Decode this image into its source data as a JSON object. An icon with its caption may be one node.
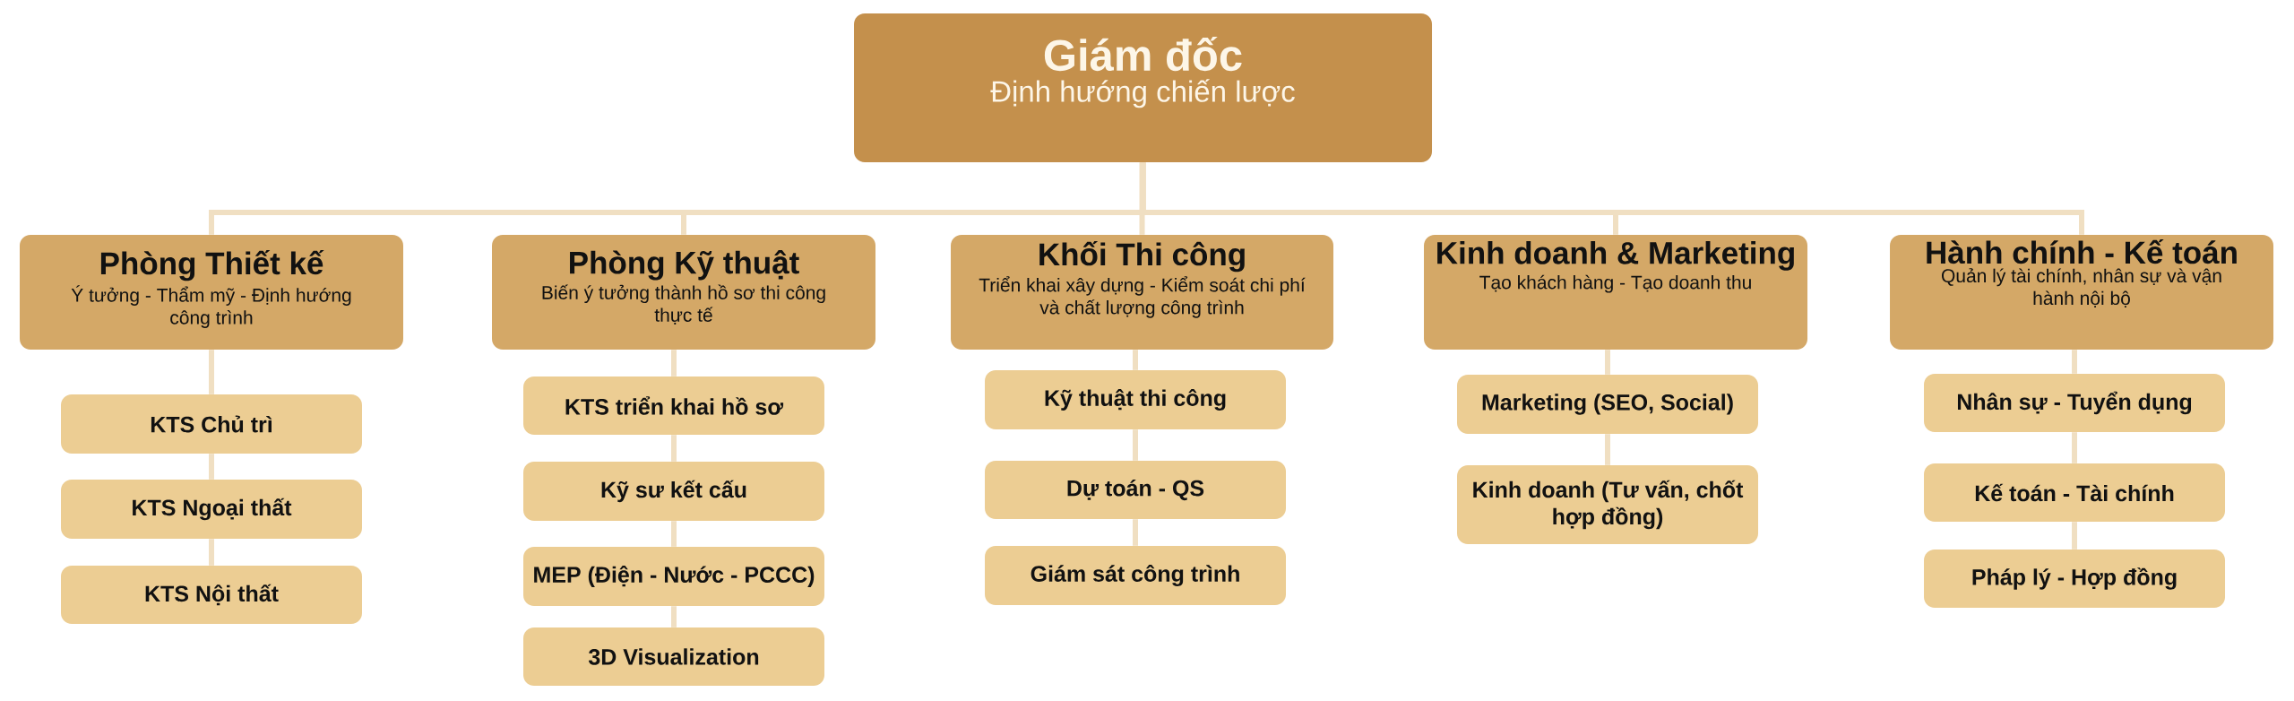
{
  "diagram": {
    "nodes": [
      {
        "text": [
          "Giám đốc",
          "Định hướng chiến lược"
        ]
      },
      {
        "text": [
          "Phòng Thiết kế",
          "Ý tưởng - Thẩm mỹ - Định hướng công trình"
        ]
      },
      {
        "text": [
          "KTS Chủ trì"
        ]
      },
      {
        "text": [
          "KTS Ngoại thất"
        ]
      },
      {
        "text": [
          "KTS Nội thất"
        ]
      },
      {
        "text": [
          "Phòng Kỹ thuật",
          "Biến ý tưởng thành hồ sơ thi công thực tế"
        ]
      },
      {
        "text": [
          "KTS triển khai hồ sơ"
        ]
      },
      {
        "text": [
          "Kỹ sư kết cấu"
        ]
      },
      {
        "text": [
          "MEP (Điện - Nước - PCCC)"
        ]
      },
      {
        "text": [
          "3D Visualization"
        ]
      },
      {
        "text": [
          "Khối Thi công",
          "Triển khai xây dựng - Kiểm soát chi phí và chất lượng công trình"
        ]
      },
      {
        "text": [
          "Kỹ thuật thi công"
        ]
      },
      {
        "text": [
          "Dự toán - QS"
        ]
      },
      {
        "text": [
          "Giám sát công trình"
        ]
      },
      {
        "text": [
          "Kinh doanh & Marketing",
          "Tạo khách hàng - Tạo doanh thu"
        ]
      },
      {
        "text": [
          "Marketing (SEO, Social)"
        ]
      },
      {
        "text": [
          "Kinh doanh (Tư vấn, chốt hợp đồng)"
        ]
      },
      {
        "text": [
          "Hành chính - Kế toán",
          "Quản lý tài chính, nhân sự và vận hành nội bộ"
        ]
      },
      {
        "text": [
          "Nhân sự - Tuyển dụng"
        ]
      },
      {
        "text": [
          "Kế toán - Tài chính"
        ]
      },
      {
        "text": [
          "Pháp lý - Hợp đồng"
        ]
      }
    ],
    "edges": [
      {
        "from": 0,
        "to": 1,
        "arrow": "none"
      },
      {
        "from": 0,
        "to": 5,
        "arrow": "none"
      },
      {
        "from": 0,
        "to": 10,
        "arrow": "none"
      },
      {
        "from": 0,
        "to": 14,
        "arrow": "none"
      },
      {
        "from": 0,
        "to": 17,
        "arrow": "none"
      },
      {
        "from": 1,
        "to": 2,
        "arrow": "none"
      },
      {
        "from": 2,
        "to": 3,
        "arrow": "none"
      },
      {
        "from": 3,
        "to": 4,
        "arrow": "none"
      },
      {
        "from": 5,
        "to": 6,
        "arrow": "none"
      },
      {
        "from": 6,
        "to": 7,
        "arrow": "none"
      },
      {
        "from": 7,
        "to": 8,
        "arrow": "none"
      },
      {
        "from": 8,
        "to": 9,
        "arrow": "none"
      },
      {
        "from": 10,
        "to": 11,
        "arrow": "none"
      },
      {
        "from": 11,
        "to": 12,
        "arrow": "none"
      },
      {
        "from": 12,
        "to": 13,
        "arrow": "none"
      },
      {
        "from": 14,
        "to": 15,
        "arrow": "none"
      },
      {
        "from": 15,
        "to": 16,
        "arrow": "none"
      },
      {
        "from": 17,
        "to": 18,
        "arrow": "none"
      },
      {
        "from": 18,
        "to": 19,
        "arrow": "none"
      },
      {
        "from": 19,
        "to": 20,
        "arrow": "none"
      }
    ]
  }
}
